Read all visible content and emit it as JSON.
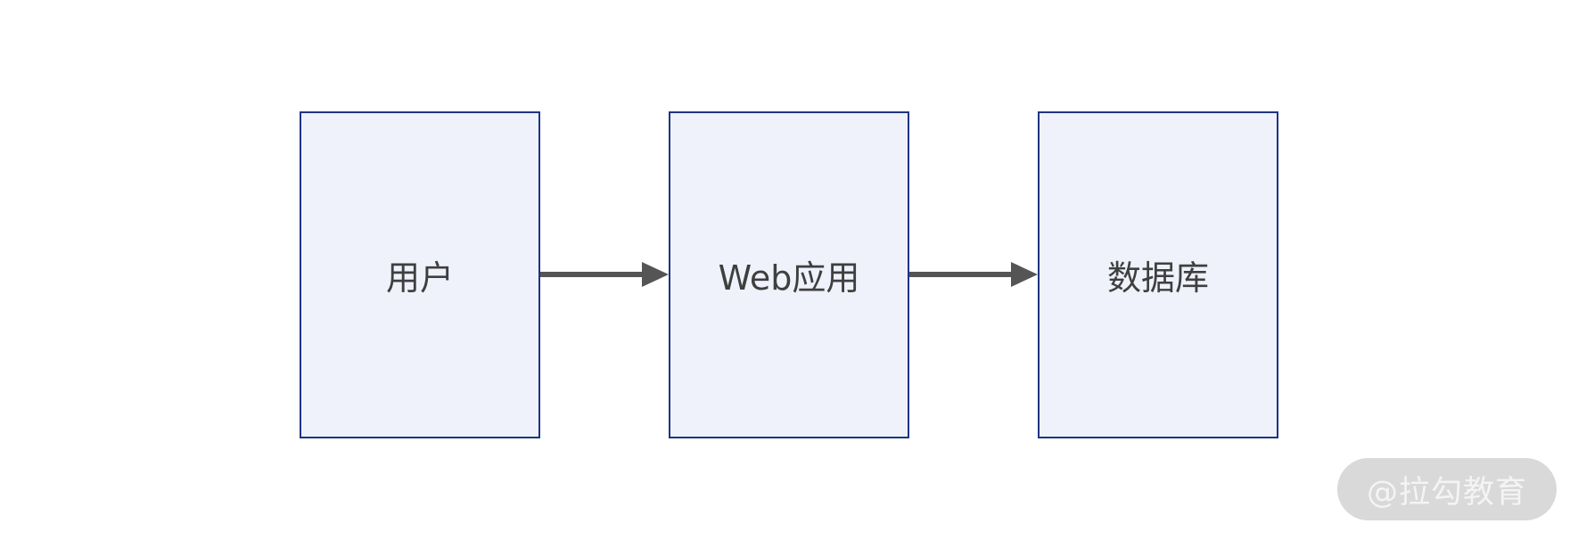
{
  "diagram": {
    "nodes": [
      {
        "id": "user",
        "label": "用户"
      },
      {
        "id": "web",
        "label": "Web应用"
      },
      {
        "id": "db",
        "label": "数据库"
      }
    ],
    "edges": [
      {
        "from": "user",
        "to": "web"
      },
      {
        "from": "web",
        "to": "db"
      }
    ],
    "colors": {
      "node_fill": "#eff2fb",
      "node_border": "#1f3482",
      "arrow": "#555555",
      "label_text": "#3f3f3f"
    }
  },
  "watermark": {
    "text": "@拉勾教育"
  }
}
